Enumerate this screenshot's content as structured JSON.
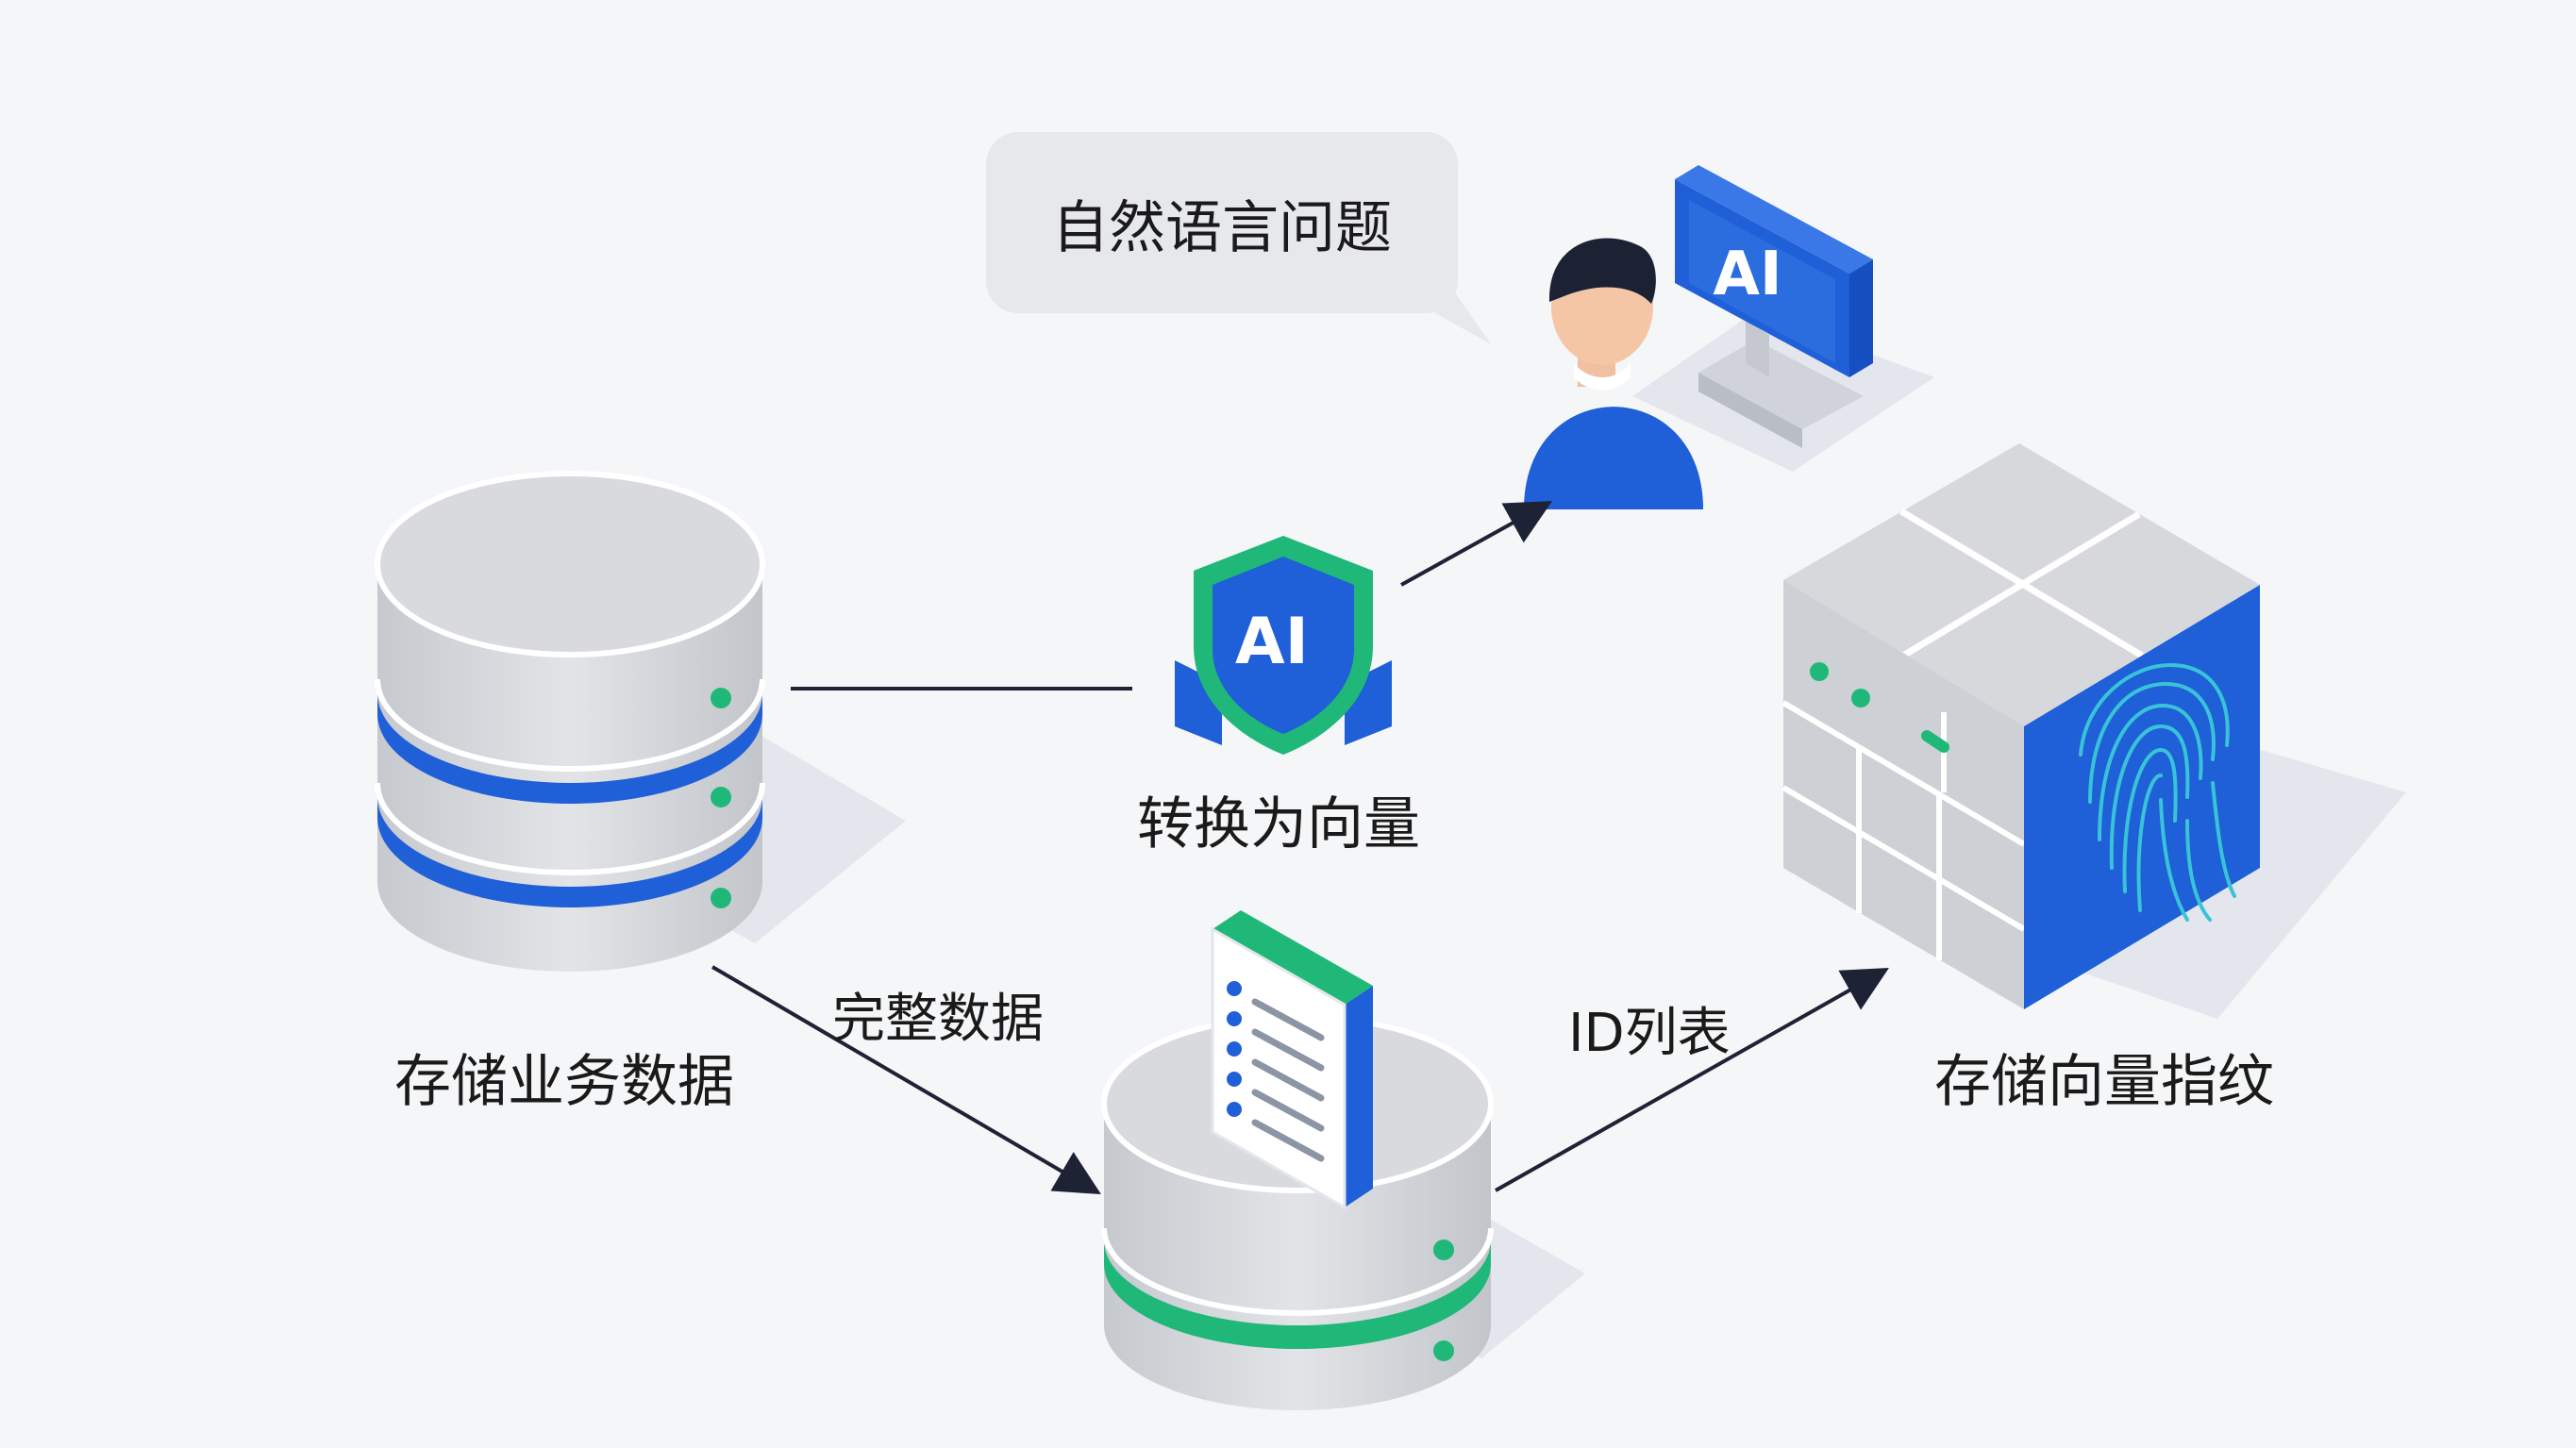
{
  "labels": {
    "question": "自然语言问题",
    "convert": "转换为向量",
    "business_db": "存储业务数据",
    "full_data": "完整数据",
    "id_list": "ID列表",
    "vector_store": "存储向量指纹"
  },
  "badges": {
    "monitor_text": "AI",
    "shield_text": "AI"
  },
  "icons": {
    "database_business": "database-icon",
    "database_result": "database-icon",
    "user": "user-icon",
    "monitor": "monitor-icon",
    "shield": "shield-icon",
    "document": "document-icon",
    "cube": "server-cube-icon",
    "fingerprint": "fingerprint-icon"
  },
  "colors": {
    "blue": "#1f5fd8",
    "green": "#1fb879",
    "gray": "#cfd2d6",
    "text": "#1a1a1a"
  }
}
